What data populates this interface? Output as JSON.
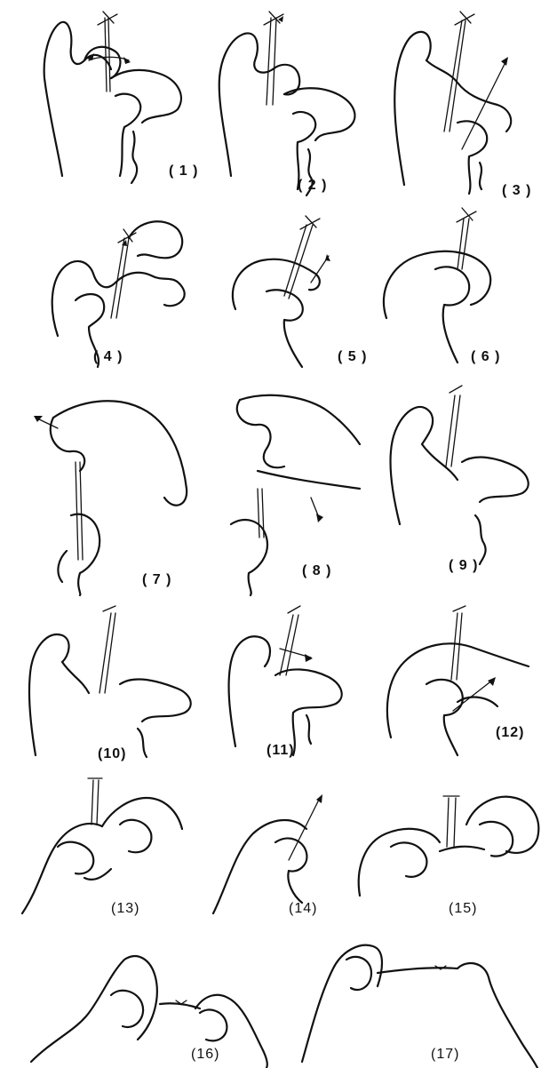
{
  "figure": {
    "panels": [
      {
        "id": "p1",
        "label": "( 1 )"
      },
      {
        "id": "p2",
        "label": "( 2 )"
      },
      {
        "id": "p3",
        "label": "( 3 )"
      },
      {
        "id": "p4",
        "label": "( 4 )"
      },
      {
        "id": "p5",
        "label": "( 5 )"
      },
      {
        "id": "p6",
        "label": "( 6 )"
      },
      {
        "id": "p7",
        "label": "( 7 )"
      },
      {
        "id": "p8",
        "label": "( 8 )"
      },
      {
        "id": "p9",
        "label": "( 9 )"
      },
      {
        "id": "p10",
        "label": "(10)"
      },
      {
        "id": "p11",
        "label": "(11)"
      },
      {
        "id": "p12",
        "label": "(12)"
      },
      {
        "id": "p13",
        "label": "(13)"
      },
      {
        "id": "p14",
        "label": "(14)"
      },
      {
        "id": "p15",
        "label": "(15)"
      },
      {
        "id": "p16",
        "label": "(16)"
      },
      {
        "id": "p17",
        "label": "(17)"
      }
    ],
    "colors": {
      "ink": "#111111",
      "background": "#ffffff"
    }
  }
}
